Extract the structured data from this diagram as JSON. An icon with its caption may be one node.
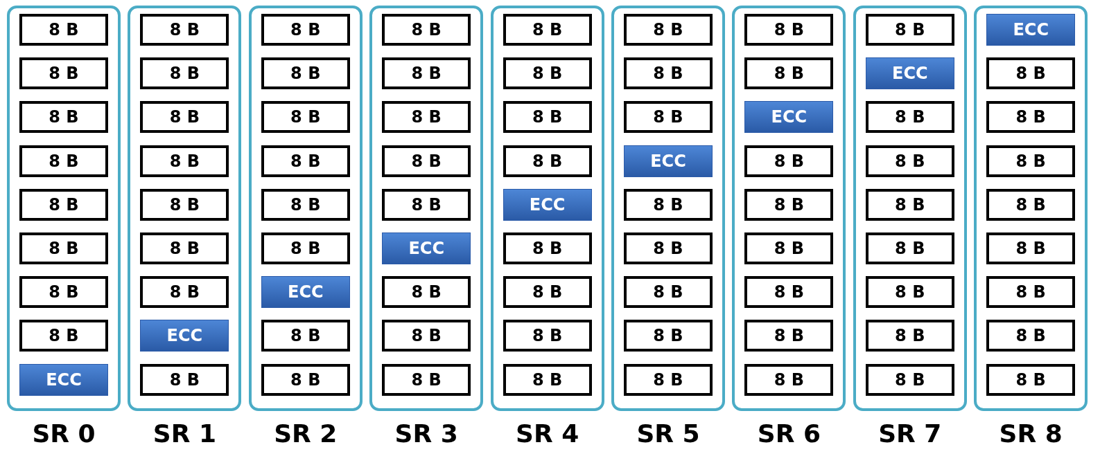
{
  "diagram": {
    "nodes": [
      {
        "text": [
          "SR 0"
        ]
      },
      {
        "text": [
          "8 B"
        ],
        "in": 0
      },
      {
        "text": [
          "8 B"
        ],
        "in": 0
      },
      {
        "text": [
          "8 B"
        ],
        "in": 0
      },
      {
        "text": [
          "8 B"
        ],
        "in": 0
      },
      {
        "text": [
          "8 B"
        ],
        "in": 0
      },
      {
        "text": [
          "8 B"
        ],
        "in": 0
      },
      {
        "text": [
          "8 B"
        ],
        "in": 0
      },
      {
        "text": [
          "8 B"
        ],
        "in": 0
      },
      {
        "text": [
          "ECC"
        ],
        "in": 0
      },
      {
        "text": [
          "SR 1"
        ]
      },
      {
        "text": [
          "8 B"
        ],
        "in": 10
      },
      {
        "text": [
          "8 B"
        ],
        "in": 10
      },
      {
        "text": [
          "8 B"
        ],
        "in": 10
      },
      {
        "text": [
          "8 B"
        ],
        "in": 10
      },
      {
        "text": [
          "8 B"
        ],
        "in": 10
      },
      {
        "text": [
          "8 B"
        ],
        "in": 10
      },
      {
        "text": [
          "8 B"
        ],
        "in": 10
      },
      {
        "text": [
          "ECC"
        ],
        "in": 10
      },
      {
        "text": [
          "8 B"
        ],
        "in": 10
      },
      {
        "text": [
          "SR 2"
        ]
      },
      {
        "text": [
          "8 B"
        ],
        "in": 20
      },
      {
        "text": [
          "8 B"
        ],
        "in": 20
      },
      {
        "text": [
          "8 B"
        ],
        "in": 20
      },
      {
        "text": [
          "8 B"
        ],
        "in": 20
      },
      {
        "text": [
          "8 B"
        ],
        "in": 20
      },
      {
        "text": [
          "8 B"
        ],
        "in": 20
      },
      {
        "text": [
          "ECC"
        ],
        "in": 20
      },
      {
        "text": [
          "8 B"
        ],
        "in": 20
      },
      {
        "text": [
          "8 B"
        ],
        "in": 20
      },
      {
        "text": [
          "SR 3"
        ]
      },
      {
        "text": [
          "8 B"
        ],
        "in": 30
      },
      {
        "text": [
          "8 B"
        ],
        "in": 30
      },
      {
        "text": [
          "8 B"
        ],
        "in": 30
      },
      {
        "text": [
          "8 B"
        ],
        "in": 30
      },
      {
        "text": [
          "8 B"
        ],
        "in": 30
      },
      {
        "text": [
          "ECC"
        ],
        "in": 30
      },
      {
        "text": [
          "8 B"
        ],
        "in": 30
      },
      {
        "text": [
          "8 B"
        ],
        "in": 30
      },
      {
        "text": [
          "8 B"
        ],
        "in": 30
      },
      {
        "text": [
          "SR 4"
        ]
      },
      {
        "text": [
          "8 B"
        ],
        "in": 40
      },
      {
        "text": [
          "8 B"
        ],
        "in": 40
      },
      {
        "text": [
          "8 B"
        ],
        "in": 40
      },
      {
        "text": [
          "8 B"
        ],
        "in": 40
      },
      {
        "text": [
          "ECC"
        ],
        "in": 40
      },
      {
        "text": [
          "8 B"
        ],
        "in": 40
      },
      {
        "text": [
          "8 B"
        ],
        "in": 40
      },
      {
        "text": [
          "8 B"
        ],
        "in": 40
      },
      {
        "text": [
          "8 B"
        ],
        "in": 40
      },
      {
        "text": [
          "SR 5"
        ]
      },
      {
        "text": [
          "8 B"
        ],
        "in": 50
      },
      {
        "text": [
          "8 B"
        ],
        "in": 50
      },
      {
        "text": [
          "8 B"
        ],
        "in": 50
      },
      {
        "text": [
          "ECC"
        ],
        "in": 50
      },
      {
        "text": [
          "8 B"
        ],
        "in": 50
      },
      {
        "text": [
          "8 B"
        ],
        "in": 50
      },
      {
        "text": [
          "8 B"
        ],
        "in": 50
      },
      {
        "text": [
          "8 B"
        ],
        "in": 50
      },
      {
        "text": [
          "8 B"
        ],
        "in": 50
      },
      {
        "text": [
          "SR 6"
        ]
      },
      {
        "text": [
          "8 B"
        ],
        "in": 60
      },
      {
        "text": [
          "8 B"
        ],
        "in": 60
      },
      {
        "text": [
          "ECC"
        ],
        "in": 60
      },
      {
        "text": [
          "8 B"
        ],
        "in": 60
      },
      {
        "text": [
          "8 B"
        ],
        "in": 60
      },
      {
        "text": [
          "8 B"
        ],
        "in": 60
      },
      {
        "text": [
          "8 B"
        ],
        "in": 60
      },
      {
        "text": [
          "8 B"
        ],
        "in": 60
      },
      {
        "text": [
          "8 B"
        ],
        "in": 60
      },
      {
        "text": [
          "SR 7"
        ]
      },
      {
        "text": [
          "8 B"
        ],
        "in": 70
      },
      {
        "text": [
          "ECC"
        ],
        "in": 70
      },
      {
        "text": [
          "8 B"
        ],
        "in": 70
      },
      {
        "text": [
          "8 B"
        ],
        "in": 70
      },
      {
        "text": [
          "8 B"
        ],
        "in": 70
      },
      {
        "text": [
          "8 B"
        ],
        "in": 70
      },
      {
        "text": [
          "8 B"
        ],
        "in": 70
      },
      {
        "text": [
          "8 B"
        ],
        "in": 70
      },
      {
        "text": [
          "8 B"
        ],
        "in": 70
      },
      {
        "text": [
          "SR 8"
        ]
      },
      {
        "text": [
          "ECC"
        ],
        "in": 80
      },
      {
        "text": [
          "8 B"
        ],
        "in": 80
      },
      {
        "text": [
          "8 B"
        ],
        "in": 80
      },
      {
        "text": [
          "8 B"
        ],
        "in": 80
      },
      {
        "text": [
          "8 B"
        ],
        "in": 80
      },
      {
        "text": [
          "8 B"
        ],
        "in": 80
      },
      {
        "text": [
          "8 B"
        ],
        "in": 80
      },
      {
        "text": [
          "8 B"
        ],
        "in": 80
      },
      {
        "text": [
          "8 B"
        ],
        "in": 80
      }
    ]
  }
}
